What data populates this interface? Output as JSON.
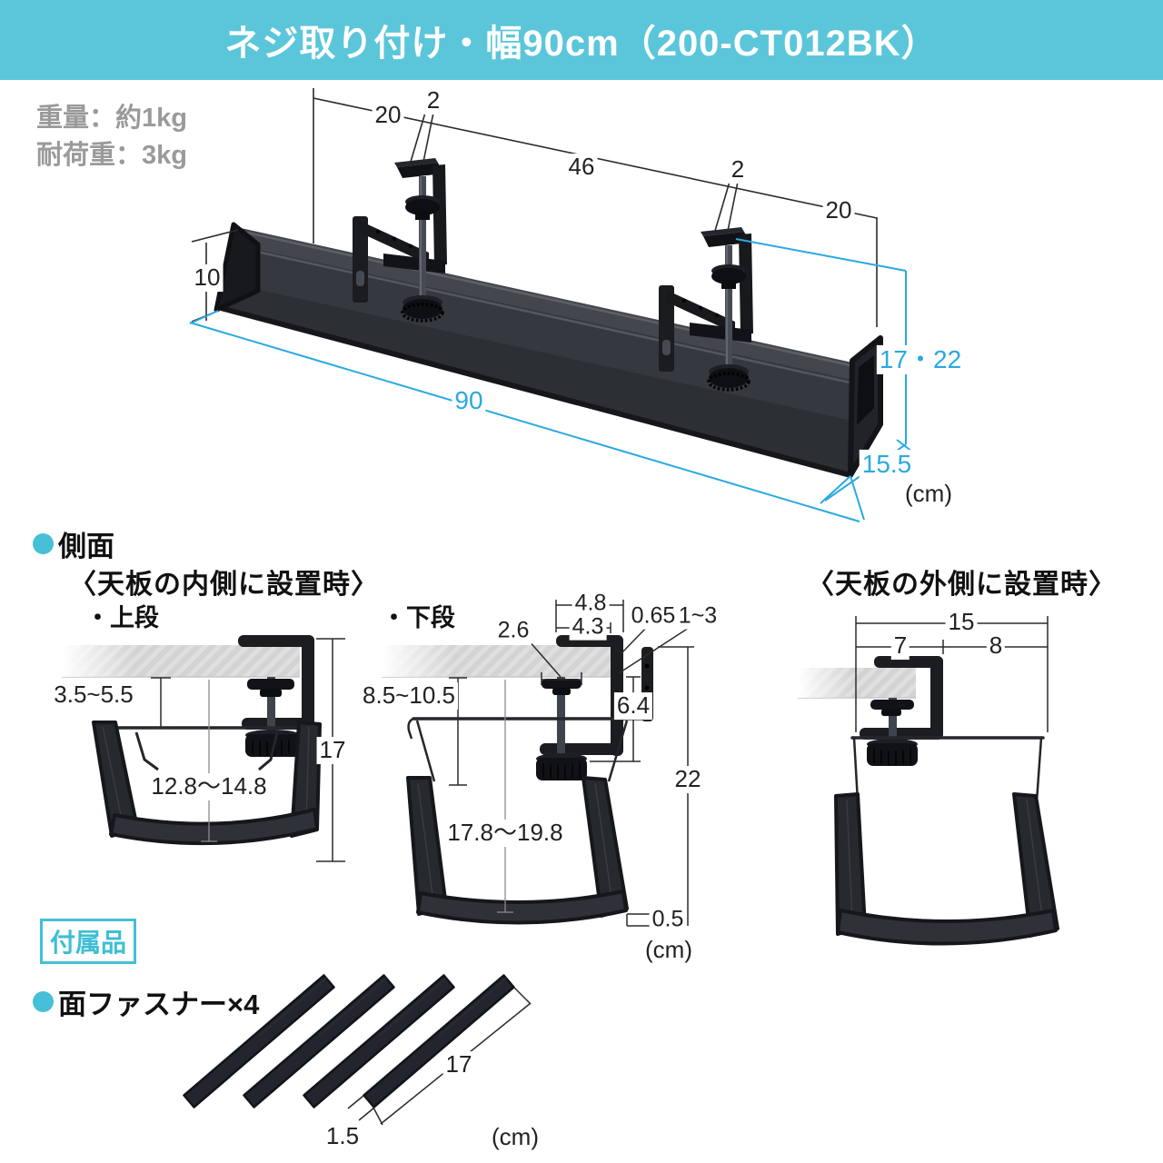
{
  "colors": {
    "header_bg": "#5BC6DA",
    "accent_cyan": "#45C0D6",
    "dim_blue": "#29A9E1",
    "spec_gray": "#9A9A9A"
  },
  "header": {
    "title": "ネジ取り付け・幅90cm（200-CT012BK）"
  },
  "specs": {
    "line1": "重量：約1kg",
    "line2": "耐荷重：3kg"
  },
  "main_view": {
    "unit": "(cm)",
    "dims": {
      "left_offset": "20",
      "clamp1_width": "2",
      "clamp_spacing": "46",
      "clamp2_width": "2",
      "right_offset": "20",
      "back_height": "10",
      "total_width": "90",
      "hang_height": "17・22",
      "depth": "15.5"
    }
  },
  "side_section": {
    "title": "側面",
    "inner": {
      "heading": "〈天板の内側に設置時〉",
      "upper": {
        "label": "・上段",
        "dims": {
          "desk_to_bar": "3.5~5.5",
          "inner_depth": "12.8～14.8",
          "total_height": "17"
        }
      },
      "lower": {
        "label": "・下段",
        "dims": {
          "arm_outer": "4.8",
          "arm_inner": "4.3",
          "pad_width": "2.6",
          "plate_thickness": "0.65",
          "desk_thickness": "1~3",
          "desk_to_bar": "8.5~10.5",
          "under_desk": "6.4",
          "total_height": "22",
          "inner_depth": "17.8～19.8",
          "fabric_thickness": "0.5",
          "unit": "(cm)"
        }
      }
    },
    "outer": {
      "heading": "〈天板の外側に設置時〉",
      "dims": {
        "total_depth": "15",
        "clamp_side": "7",
        "hang_side": "8"
      }
    }
  },
  "accessories": {
    "box_label": "付属品",
    "item_label": "面ファスナー×4",
    "dims": {
      "strip_length": "17",
      "strip_width": "1.5",
      "unit": "(cm)"
    }
  }
}
